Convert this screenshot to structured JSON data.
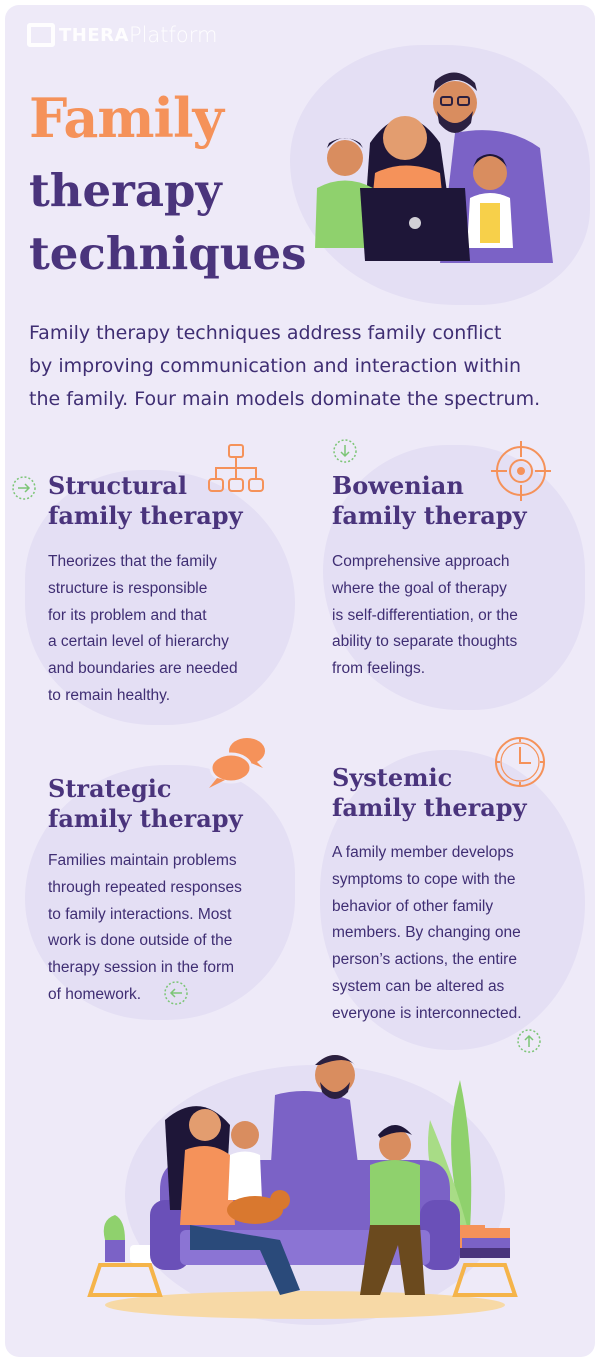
{
  "brand": {
    "logo_bold": "THERA",
    "logo_light": "Platform"
  },
  "title": {
    "line1": "Family",
    "line2": "therapy",
    "line3": "techniques"
  },
  "intro": {
    "lines": [
      "Family therapy techniques address family conflict",
      "by improving communication and interaction within",
      "the family. Four main models dominate the spectrum."
    ]
  },
  "sections": [
    {
      "title_lines": [
        "Structural",
        "family therapy"
      ],
      "icon": "hierarchy-icon",
      "body_lines": [
        "Theorizes that the family",
        "structure is responsible",
        "for its problem and that",
        "a certain level of hierarchy",
        "and boundaries are needed",
        "to remain healthy."
      ]
    },
    {
      "title_lines": [
        "Bowenian",
        "family therapy"
      ],
      "icon": "target-icon",
      "body_lines": [
        "Comprehensive approach",
        "where the goal of therapy",
        "is self-differentiation, or the",
        "ability to separate thoughts",
        "from feelings."
      ]
    },
    {
      "title_lines": [
        "Strategic",
        "family therapy"
      ],
      "icon": "chat-bubbles-icon",
      "body_lines": [
        "Families maintain problems",
        "through repeated responses",
        "to family interactions. Most",
        "work is done outside of the",
        "therapy session in the form",
        "of homework."
      ]
    },
    {
      "title_lines": [
        "Systemic",
        "family therapy"
      ],
      "icon": "clock-icon",
      "body_lines": [
        "A family member develops",
        "symptoms to cope with the",
        "behavior of other family",
        "members. By changing one",
        "person’s actions, the entire",
        "system can be altered as",
        "everyone is interconnected."
      ]
    }
  ],
  "colors": {
    "background": "#eeeaf8",
    "accent_orange": "#f5925a",
    "heading_purple": "#4a347c",
    "text_purple": "#3f2e73",
    "arrow_green": "#7cc576"
  }
}
